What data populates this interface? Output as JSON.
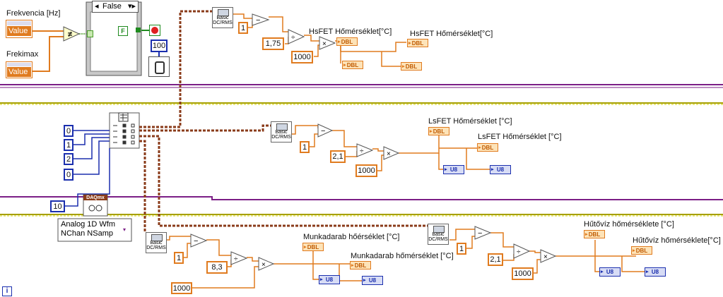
{
  "controls": {
    "frekvencia_label": "Frekvencia [Hz]",
    "frekvencia_value": "Value",
    "frekimax_label": "Frekimax",
    "frekimax_value": "Value"
  },
  "case_structure": {
    "selector": "False",
    "const_false": "F"
  },
  "wait_ms": "100",
  "channel_constants": [
    "0",
    "1",
    "2",
    "0"
  ],
  "daqmx": {
    "title": "DAQmx",
    "samples": "10",
    "polymorphic": "Analog 1D Wfm\nNChan NSamp"
  },
  "rms_label": "Basic DC/RMS",
  "channels": {
    "hsfet": {
      "label1": "HsFET Hőmérséklet[°C]",
      "label2": "HsFET Hőmérséklet[°C]",
      "c1": "1",
      "c2": "1,75",
      "c3": "1000"
    },
    "lsfet": {
      "label1": "LsFET Hőmérséklet [°C]",
      "label2": "LsFET Hőmérséklet [°C]",
      "c1": "1",
      "c2": "2,1",
      "c3": "1000"
    },
    "munka": {
      "label1": "Munkadarab hőérséklet [°C]",
      "label2": "Munkadarab hőmérséklet [°C]",
      "c1": "1",
      "c2": "8,3",
      "c3": "1000"
    },
    "hutoviz": {
      "label1": "Hűtővíz hőmérséklete [°C]",
      "label2": "Hűtővíz hőmérséklete[°C]",
      "c1": "1",
      "c2": "2,1",
      "c3": "1000"
    }
  },
  "indicator_types": {
    "dbl": "DBL",
    "u8": "U8"
  },
  "info_icon": "i",
  "colors": {
    "orange_wire": "#e07b1f",
    "blue_wire": "#1b2fae",
    "purple_wire": "#7b1e86",
    "yellow_wire": "#a6a000",
    "error_wire": "#8a3b1a"
  }
}
